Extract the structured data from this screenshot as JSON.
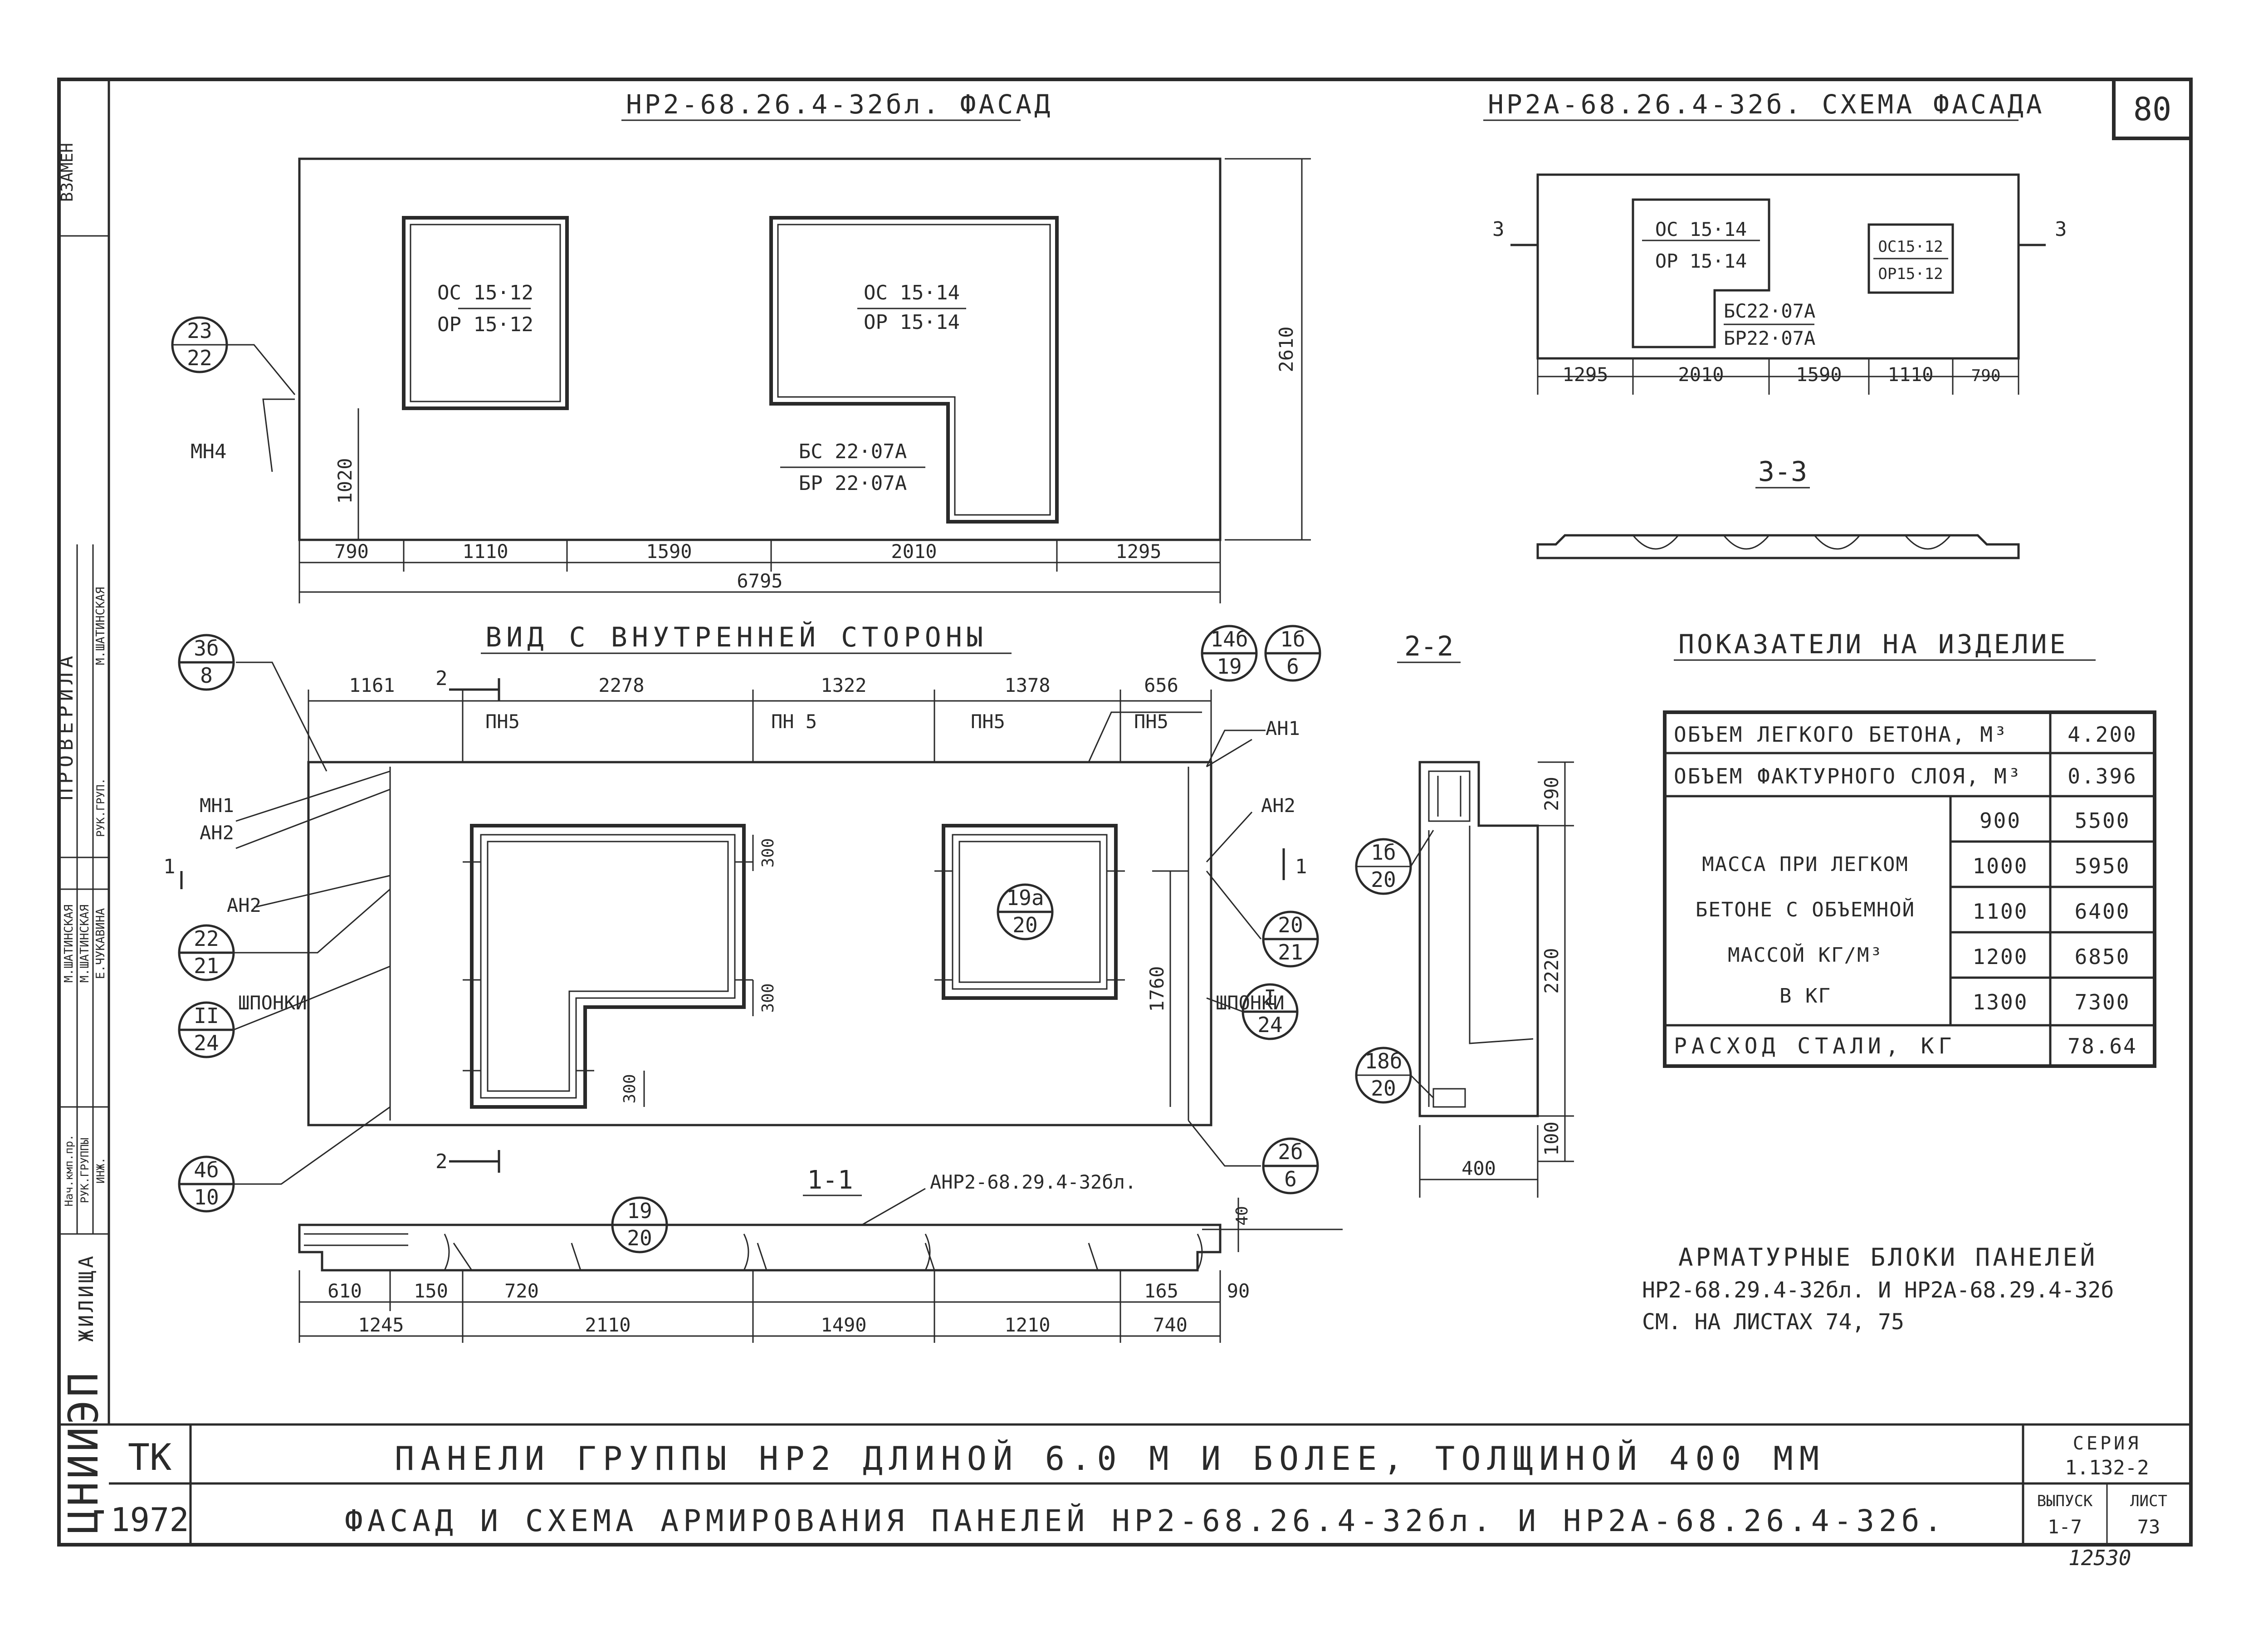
{
  "sheet": {
    "number": "80",
    "stamp": "12530",
    "left_strip": {
      "vzamen": "ВЗАМЕН",
      "proverila": "ПРОВЕРИЛА",
      "rows": [
        {
          "role": "Нач.кмп.пр.",
          "name": "М.ШАТИНСКАЯ"
        },
        {
          "role": "РУК.ГРУППЫ",
          "name": "М.ШАТИНСКАЯ"
        },
        {
          "role": "ИНЖ.",
          "name": "Е.ЧУКАВИНА"
        }
      ],
      "check_role": "РУК.ГРУП.",
      "check_name": "М.ШАТИНСКАЯ",
      "org": "ЦНИИЭП",
      "org2": "ЖИЛИЩА"
    }
  },
  "facade": {
    "title": "НР2-68.26.4-32бл. ФАСАД",
    "win1_top": "ОС 15·12",
    "win1_bot": "ОР 15·12",
    "win2_top": "ОС 15·14",
    "win2_bot": "ОР 15·14",
    "door_top": "БС 22·07А",
    "door_bot": "БР 22·07А",
    "mn4": "МН4",
    "bubble_top": "23",
    "bubble_bot": "22",
    "dim_height": "2610",
    "dim_sill": "1020",
    "dims": [
      "790",
      "1110",
      "1590",
      "2010",
      "1295"
    ],
    "dim_total": "6795"
  },
  "scheme": {
    "title": "НР2А-68.26.4-32б. СХЕМА ФАСАДА",
    "win_big_top": "ОС 15·14",
    "win_big_bot": "ОР 15·14",
    "win_small_top": "ОС15·12",
    "win_small_bot": "ОР15·12",
    "door_top": "БС22·07А",
    "door_bot": "БР22·07А",
    "cut_left": "3",
    "cut_right": "3",
    "dims": [
      "1295",
      "2010",
      "1590",
      "1110",
      "790"
    ],
    "section_title": "3-3"
  },
  "inner": {
    "title": "ВИД С ВНУТРЕННЕЙ СТОРОНЫ",
    "dims_top": [
      "1161",
      "2278",
      "1322",
      "1378",
      "656"
    ],
    "pn_labels": [
      "ПН5",
      "ПН 5",
      "ПН5",
      "ПН5"
    ],
    "labels": {
      "mn1": "МН1",
      "an2a": "АН2",
      "an2b": "АН2",
      "an1": "АН1",
      "an2c": "АН2",
      "shponki_l": "ШПОНКИ",
      "shponki_r": "ШПОНКИ",
      "cut2_top": "2",
      "cut2_bot": "2",
      "cut1_l": "1",
      "cut1_r": "1"
    },
    "bubbles": [
      {
        "t": "3б",
        "b": "8"
      },
      {
        "t": "22",
        "b": "21"
      },
      {
        "t": "II",
        "b": "24"
      },
      {
        "t": "4б",
        "b": "10"
      },
      {
        "t": "14б",
        "b": "19"
      },
      {
        "t": "1б",
        "b": "6"
      },
      {
        "t": "19а",
        "b": "20"
      },
      {
        "t": "20",
        "b": "21"
      },
      {
        "t": "I",
        "b": "24"
      },
      {
        "t": "2б",
        "b": "6"
      },
      {
        "t": "19",
        "b": "20"
      }
    ],
    "d300a": "300",
    "d300b": "300",
    "d300c": "300",
    "d1760": "1760"
  },
  "section11": {
    "title": "1-1",
    "ref": "АНР2-68.29.4-32бл.",
    "dims_row1": [
      "610",
      "150",
      "720",
      "165",
      "90"
    ],
    "dims_row2": [
      "1245",
      "2110",
      "1490",
      "1210",
      "740"
    ],
    "d40": "40"
  },
  "section22": {
    "title": "2-2",
    "bubble1_t": "1б",
    "bubble1_b": "20",
    "bubble2_t": "18б",
    "bubble2_b": "20",
    "d290": "290",
    "d2220": "2220",
    "d100": "100",
    "d400": "400"
  },
  "indicators": {
    "title": "ПОКАЗАТЕЛИ НА ИЗДЕЛИЕ",
    "vol_light_label": "ОБЪЕМ ЛЕГКОГО БЕТОНА, М³",
    "vol_light": "4.200",
    "vol_face_label": "ОБЪЕМ ФАКТУРНОГО СЛОЯ, М³",
    "vol_face": "0.396",
    "mass_lines": [
      "МАССА ПРИ ЛЕГКОМ",
      "БЕТОНЕ С ОБЪЕМНОЙ",
      "МАССОЙ КГ/М³",
      "В КГ"
    ],
    "mass_rows": [
      {
        "d": "900",
        "m": "5500"
      },
      {
        "d": "1000",
        "m": "5950"
      },
      {
        "d": "1100",
        "m": "6400"
      },
      {
        "d": "1200",
        "m": "6850"
      },
      {
        "d": "1300",
        "m": "7300"
      }
    ],
    "steel_label": "РАСХОД СТАЛИ, КГ",
    "steel": "78.64"
  },
  "note": {
    "l1": "АРМАТУРНЫЕ БЛОКИ ПАНЕЛЕЙ",
    "l2": "НР2-68.29.4-32бл. И НР2А-68.29.4-32б",
    "l3": "СМ. НА ЛИСТАХ 74, 75"
  },
  "titleblock": {
    "tk": "ТК",
    "year": "1972",
    "line1": "ПАНЕЛИ ГРУППЫ НР2 ДЛИНОЙ 6.0 М И БОЛЕЕ,  ТОЛЩИНОЙ 400 ММ",
    "line2": "ФАСАД И СХЕМА АРМИРОВАНИЯ ПАНЕЛЕЙ НР2-68.26.4-32бл. И НР2А-68.26.4-32б.",
    "seria_label": "СЕРИЯ",
    "seria": "1.132-2",
    "vypusk_label": "ВЫПУСК",
    "vypusk": "1-7",
    "list_label": "ЛИСТ",
    "list": "73"
  }
}
